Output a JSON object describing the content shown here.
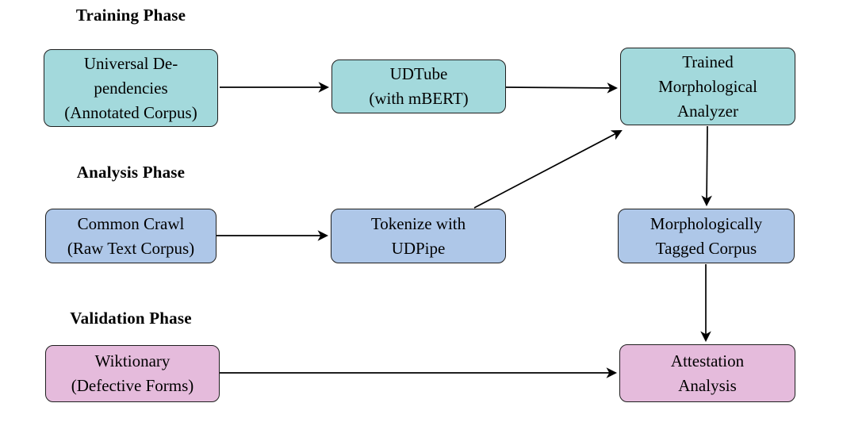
{
  "diagram": {
    "phase_labels": {
      "training": "Training Phase",
      "analysis": "Analysis Phase",
      "validation": "Validation Phase"
    },
    "nodes": {
      "universal_dependencies": {
        "label": "Universal De-\npendencies\n(Annotated Corpus)",
        "phase": "training"
      },
      "udtube": {
        "label": "UDTube\n(with mBERT)",
        "phase": "training"
      },
      "trained_morphological_analyzer": {
        "label": "Trained\nMorphological\nAnalyzer",
        "phase": "training"
      },
      "common_crawl": {
        "label": "Common Crawl\n(Raw Text Corpus)",
        "phase": "analysis"
      },
      "tokenize_with_udpipe": {
        "label": "Tokenize with\nUDPipe",
        "phase": "analysis"
      },
      "morphologically_tagged_corpus": {
        "label": "Morphologically\nTagged Corpus",
        "phase": "analysis"
      },
      "wiktionary": {
        "label": "Wiktionary\n(Defective Forms)",
        "phase": "validation"
      },
      "attestation_analysis": {
        "label": "Attestation\nAnalysis",
        "phase": "validation"
      }
    },
    "edges": [
      {
        "from": "universal_dependencies",
        "to": "udtube"
      },
      {
        "from": "udtube",
        "to": "trained_morphological_analyzer"
      },
      {
        "from": "tokenize_with_udpipe",
        "to": "trained_morphological_analyzer"
      },
      {
        "from": "trained_morphological_analyzer",
        "to": "morphologically_tagged_corpus"
      },
      {
        "from": "common_crawl",
        "to": "tokenize_with_udpipe"
      },
      {
        "from": "morphologically_tagged_corpus",
        "to": "attestation_analysis"
      },
      {
        "from": "wiktionary",
        "to": "attestation_analysis"
      }
    ],
    "colors": {
      "training_fill": "#A3D9DC",
      "analysis_fill": "#AEC7E8",
      "validation_fill": "#E5BBDC",
      "node_border": "#1F1F1F",
      "arrow": "#000000",
      "text": "#000000",
      "background": "#FFFFFF"
    }
  }
}
